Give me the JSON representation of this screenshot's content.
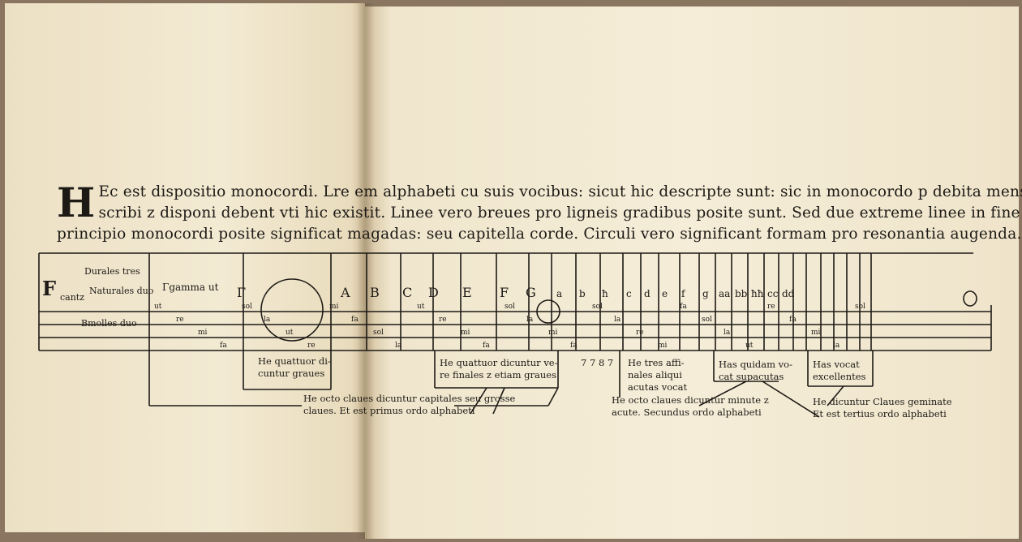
{
  "heading": {
    "initial": "H",
    "lines": [
      "Ec est dispositio monocordi. Lre em alphabeti cu suis vocibus: sicut hic descripte sunt: sic in monocordo p debita mensuram",
      "scribi z disponi debent vti hic existit. Linee vero breues pro ligneis gradibus posite sunt. Sed due extreme linee in fine z in",
      "principio monocordi posite significat magadas: seu capitella corde. Circuli vero significant formam pro resonantia augenda."
    ]
  },
  "labels": {
    "left_letter": "F",
    "cantus": "cantz",
    "durales": "Durales tres",
    "naturales": "Naturales duo",
    "bmolles": "Bmolles duo",
    "gamma": "Γgamma ut"
  },
  "letters": [
    "Γ",
    "A",
    "B",
    "C",
    "D",
    "E",
    "F",
    "G",
    "a",
    "b",
    "ħ",
    "c",
    "d",
    "e",
    "f",
    "g",
    "aa",
    "bb",
    "ħħ",
    "cc",
    "dd"
  ],
  "syllables": [
    "ut",
    "re",
    "mi",
    "fa",
    "sol",
    "la",
    "ut",
    "re",
    "mi",
    "fa",
    "sol",
    "la",
    "ut",
    "re",
    "mi",
    "fa",
    "sol",
    "la",
    "mi",
    "fa",
    "sol",
    "la",
    "re",
    "mi",
    "fa",
    "sol",
    "la",
    "ut",
    "re",
    "fa",
    "mi",
    "la",
    "sol"
  ],
  "notes": {
    "graves_a": "He quattuor di-\ncuntur graues",
    "graves_b": "He quattuor dicuntur ve-\nre finales z etiam graues",
    "nums": "7 7 8 7",
    "acutas": "He tres affi-\nnales aliqui\nacutas vocat",
    "supacutas": "Has quidam vo-\ncat supacutas",
    "excellentes": "Has vocat\nexcellentes",
    "capitales": "He octo claues dicuntur capitales seu grosse\nclaues. Et est primus ordo alphabeti",
    "minute": "He octo claues dicuntur minute z\nacute. Secundus ordo alphabeti",
    "geminate": "He dicuntur Claues geminate\nEt est tertius ordo alphabeti"
  }
}
